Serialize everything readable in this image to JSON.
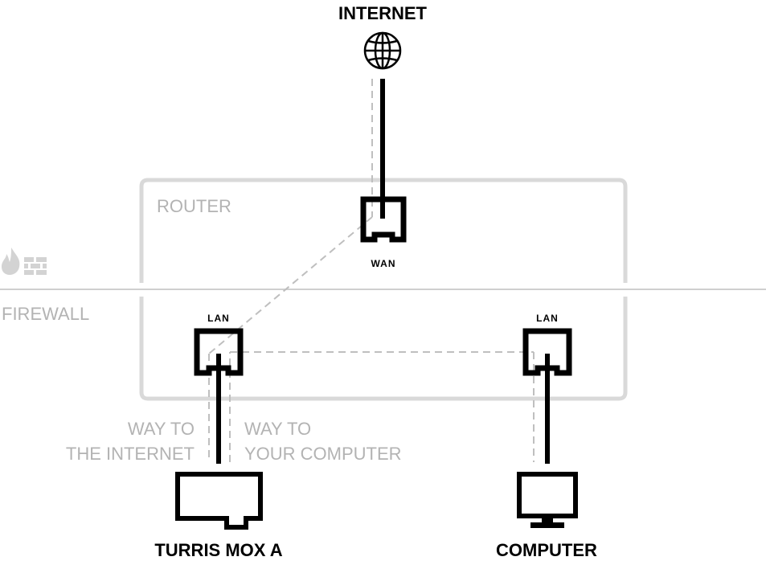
{
  "labels": {
    "internet": "INTERNET",
    "router": "ROUTER",
    "firewall": "FIREWALL",
    "wan": "WAN",
    "lan_left": "LAN",
    "lan_right": "LAN",
    "way_internet_1": "WAY TO",
    "way_internet_2": "THE INTERNET",
    "way_computer_1": "WAY TO",
    "way_computer_2": "YOUR COMPUTER",
    "turris": "TURRIS MOX A",
    "computer": "COMPUTER"
  },
  "icons": {
    "internet": "globe-icon",
    "firewall": "firewall-icon",
    "turris": "router-device-icon",
    "computer": "monitor-icon"
  },
  "colors": {
    "cable": "#000000",
    "dashed_path": "#bfbfbf",
    "router_box": "#d9d9d9",
    "gray_text": "#b3b3b3"
  }
}
